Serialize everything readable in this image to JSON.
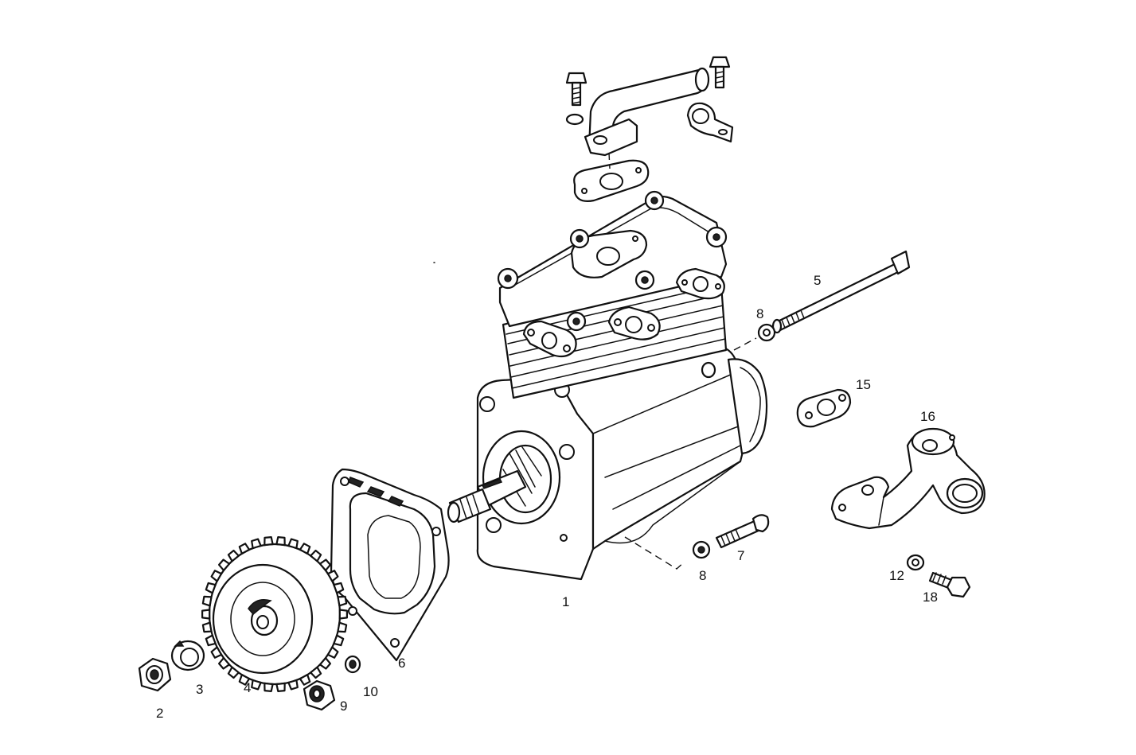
{
  "callouts": {
    "c1": "1",
    "c2": "2",
    "c3": "3",
    "c4": "4",
    "c5": "5",
    "c6": "6",
    "c7": "7",
    "c8a": "8",
    "c8b": "8",
    "c9": "9",
    "c10": "10",
    "c12": "12",
    "c15": "15",
    "c16": "16",
    "c18": "18"
  },
  "colors": {
    "line": "#111111",
    "paper": "#ffffff"
  }
}
